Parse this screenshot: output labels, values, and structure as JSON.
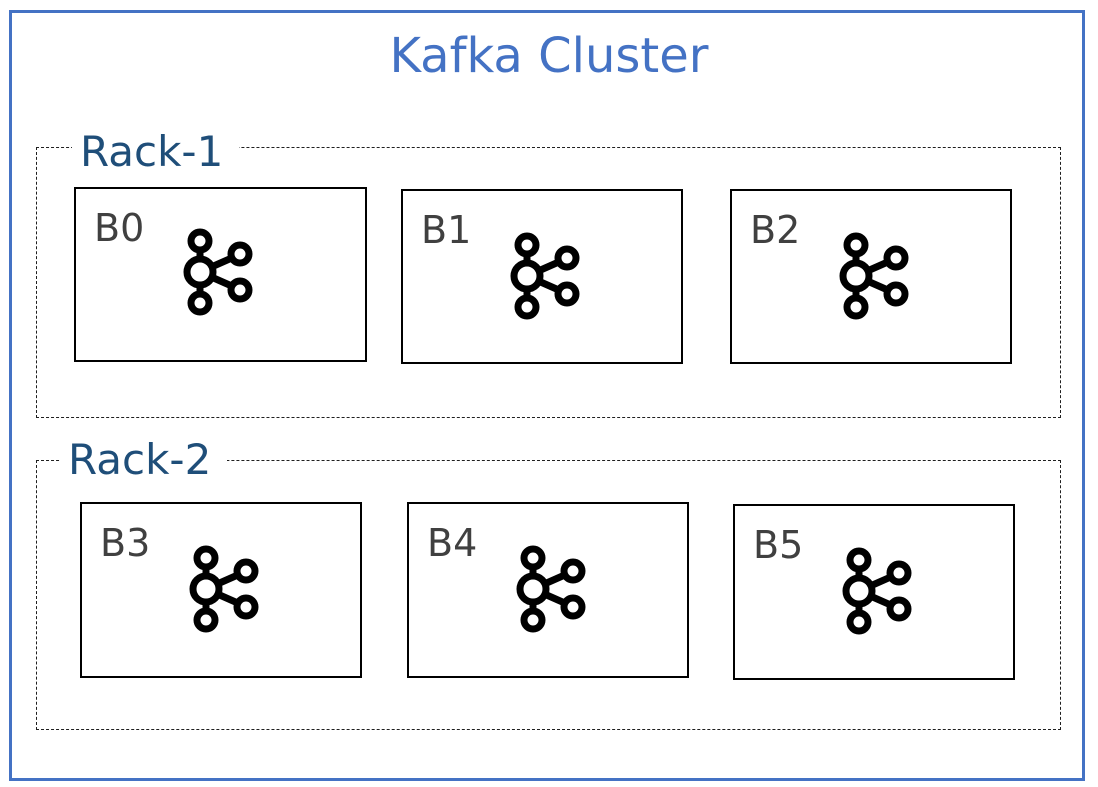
{
  "title": "Kafka Cluster",
  "colors": {
    "cluster_border": "#4472c4",
    "title_text": "#4472c4",
    "rack_label_text": "#1f4e79",
    "broker_label_text": "#404040",
    "broker_border": "#000000"
  },
  "racks": [
    {
      "label": "Rack-1",
      "brokers": [
        {
          "label": "B0",
          "icon": "kafka-logo-icon"
        },
        {
          "label": "B1",
          "icon": "kafka-logo-icon"
        },
        {
          "label": "B2",
          "icon": "kafka-logo-icon"
        }
      ]
    },
    {
      "label": "Rack-2",
      "brokers": [
        {
          "label": "B3",
          "icon": "kafka-logo-icon"
        },
        {
          "label": "B4",
          "icon": "kafka-logo-icon"
        },
        {
          "label": "B5",
          "icon": "kafka-logo-icon"
        }
      ]
    }
  ]
}
